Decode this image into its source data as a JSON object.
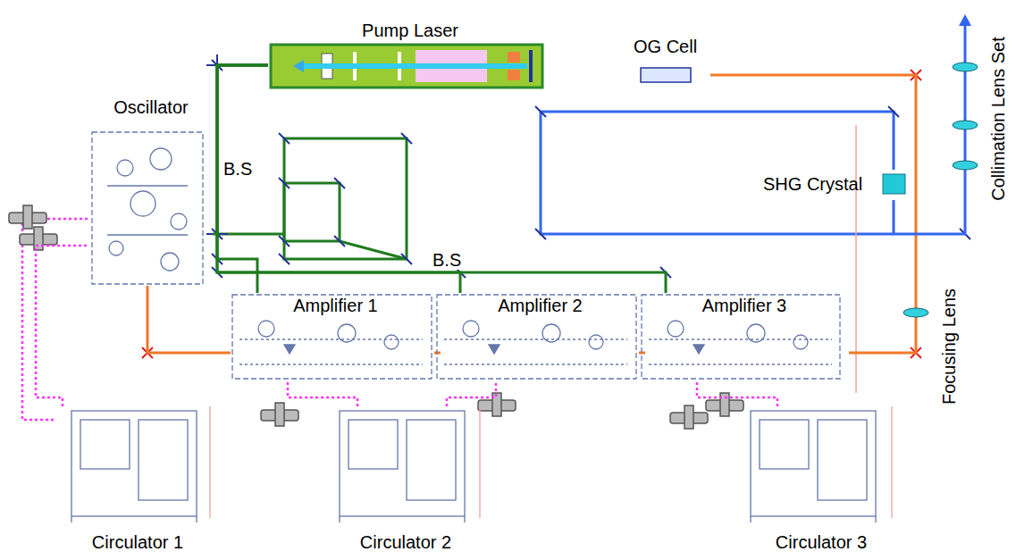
{
  "diagram": {
    "nodes": [
      {
        "text": [
          "Pump Laser"
        ]
      },
      {
        "text": [
          "OG Cell"
        ]
      },
      {
        "text": [
          "Oscillator"
        ]
      },
      {
        "text": [
          "SHG Crystal"
        ]
      },
      {
        "text": [
          "Collimation Lens Set"
        ]
      },
      {
        "text": [
          "Amplifier 1"
        ]
      },
      {
        "text": [
          "Amplifier 2"
        ]
      },
      {
        "text": [
          "Amplifier 3"
        ]
      },
      {
        "text": [
          "Focusing Lens"
        ]
      },
      {
        "text": [
          "Circulator 1"
        ]
      },
      {
        "text": [
          "Circulator 2"
        ]
      },
      {
        "text": [
          "Circulator 3"
        ]
      }
    ],
    "edges": [
      {
        "from": 0,
        "to": 2,
        "arrow": "none"
      },
      {
        "from": 0,
        "to": 5,
        "arrow": "none"
      },
      {
        "from": 0,
        "to": 6,
        "arrow": "none"
      },
      {
        "from": 0,
        "to": 7,
        "arrow": "none"
      },
      {
        "from": 2,
        "to": 5,
        "arrow": "none"
      },
      {
        "from": 5,
        "to": 6,
        "arrow": "none"
      },
      {
        "from": 6,
        "to": 7,
        "arrow": "none"
      },
      {
        "from": 7,
        "to": 8,
        "arrow": "none"
      },
      {
        "from": 8,
        "to": 1,
        "arrow": "none"
      },
      {
        "from": 3,
        "to": 4,
        "arrow": "none"
      },
      {
        "from": 9,
        "to": 2,
        "arrow": "none"
      },
      {
        "from": 10,
        "to": 5,
        "arrow": "none"
      },
      {
        "from": 10,
        "to": 6,
        "arrow": "none"
      },
      {
        "from": 11,
        "to": 7,
        "arrow": "none"
      }
    ],
    "labels": [
      "B.S",
      "B.S"
    ]
  }
}
